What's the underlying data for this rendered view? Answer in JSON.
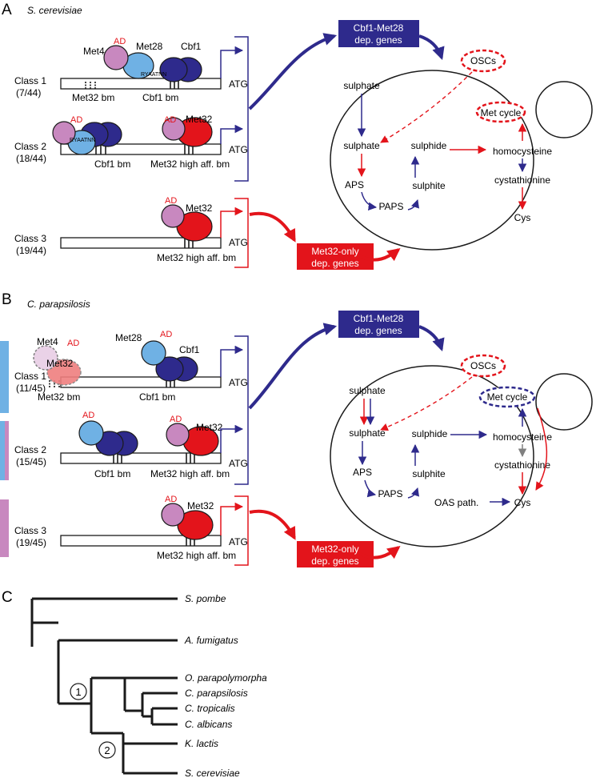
{
  "colors": {
    "dark_blue": "#2e2a8c",
    "light_blue": "#6fb1e4",
    "red": "#e3141b",
    "pink": "#c888bf",
    "grey": "#808080",
    "black": "#1a1a1a"
  },
  "panel_a": {
    "letter": "A",
    "species": "S. cerevisiae",
    "class1": {
      "label": "Class 1",
      "count": "(7/44)"
    },
    "class2": {
      "label": "Class 2",
      "count": "(18/44)"
    },
    "class3": {
      "label": "Class 3",
      "count": "(19/44)"
    },
    "proteins": {
      "met4": "Met4",
      "met28": "Met28",
      "cbf1": "Cbf1",
      "met32": "Met32",
      "ad": "AD"
    },
    "sites": {
      "met32_bm": "Met32 bm",
      "cbf1_bm": "Cbf1 bm",
      "met32_high": "Met32 high aff. bm",
      "motif": "RYAATNN",
      "atg": "ATG"
    },
    "boxes": {
      "cbf1_line1": "Cbf1-Met28",
      "cbf1_line2": "dep. genes",
      "met32_line1": "Met32-only",
      "met32_line2": "dep. genes"
    },
    "pathway": {
      "oscs": "OSCs",
      "sulphate_out": "sulphate",
      "sulphate_in": "sulphate",
      "sulphide": "sulphide",
      "homocysteine": "homocysteine",
      "met_cycle": "Met cycle",
      "aps": "APS",
      "paps": "PAPS",
      "sulphite": "sulphite",
      "cystathionine": "cystathionine",
      "cys": "Cys"
    }
  },
  "panel_b": {
    "letter": "B",
    "species": "C. parapsilosis",
    "class1": {
      "label": "Class 1",
      "count": "(11/45)"
    },
    "class2": {
      "label": "Class 2",
      "count": "(15/45)"
    },
    "class3": {
      "label": "Class 3",
      "count": "(19/45)"
    },
    "proteins": {
      "met4": "Met4",
      "met28": "Met28",
      "cbf1": "Cbf1",
      "met32": "Met32",
      "ad": "AD"
    },
    "sites": {
      "met32_bm": "Met32 bm",
      "cbf1_bm": "Cbf1 bm",
      "met32_high": "Met32 high aff. bm",
      "atg": "ATG"
    },
    "boxes": {
      "cbf1_line1": "Cbf1-Met28",
      "cbf1_line2": "dep. genes",
      "met32_line1": "Met32-only",
      "met32_line2": "dep. genes"
    },
    "pathway": {
      "oscs": "OSCs",
      "sulphate_out": "sulphate",
      "sulphate_in": "sulphate",
      "sulphide": "sulphide",
      "homocysteine": "homocysteine",
      "met_cycle": "Met cycle",
      "aps": "APS",
      "paps": "PAPS",
      "sulphite": "sulphite",
      "cystathionine": "cystathionine",
      "cys": "Cys",
      "oas": "OAS path."
    }
  },
  "panel_c": {
    "letter": "C",
    "taxa": [
      "S. pombe",
      "A. fumigatus",
      "O. parapolymorpha",
      "C. parapsilosis",
      "C. tropicalis",
      "C. albicans",
      "K. lactis",
      "S. cerevisiae"
    ],
    "node1": "1",
    "node2": "2"
  }
}
